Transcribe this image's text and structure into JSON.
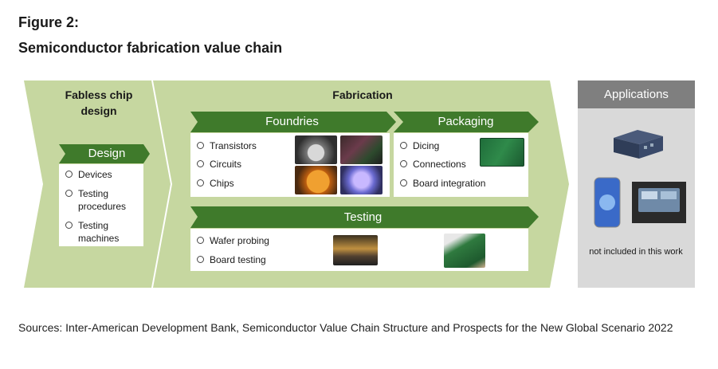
{
  "figure": {
    "label": "Figure 2:",
    "title": "Semiconductor fabrication value chain"
  },
  "fabless": {
    "header": "Fabless chip design",
    "design": {
      "banner": "Design",
      "items": [
        "Devices",
        "Testing procedures",
        "Testing machines"
      ]
    }
  },
  "fabrication": {
    "header": "Fabrication",
    "foundries": {
      "banner": "Foundries",
      "items": [
        "Transistors",
        "Circuits",
        "Chips"
      ]
    },
    "packaging": {
      "banner": "Packaging",
      "items": [
        "Dicing",
        "Connections",
        "Board integration"
      ]
    },
    "testing": {
      "banner": "Testing",
      "items": [
        "Wafer probing",
        "Board testing"
      ]
    }
  },
  "applications": {
    "header": "Applications",
    "note": "not included in this work"
  },
  "source": "Sources: Inter-American Development Bank, Semiconductor Value Chain Structure and Prospects for the New Global Scenario 2022",
  "colors": {
    "chevron": "#c6d7a0",
    "banner": "#3f7a2b",
    "apps_bg": "#d9d9d9",
    "apps_header": "#7f7f7f"
  }
}
